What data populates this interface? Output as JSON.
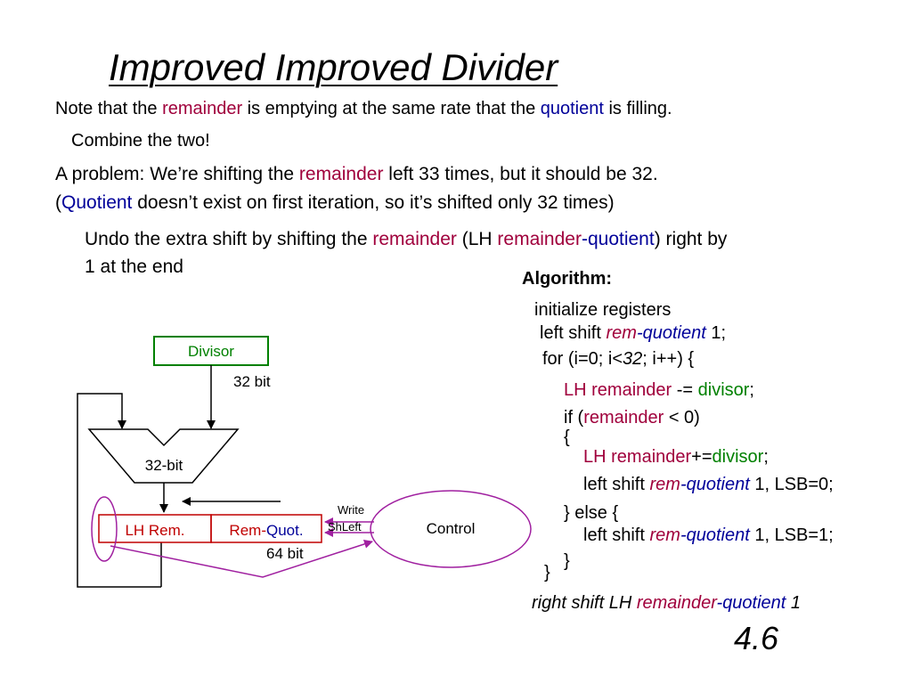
{
  "title": "Improved Improved Divider",
  "slide_number": "4.6",
  "paragraphs": {
    "p1": {
      "a": "Note that the ",
      "b": "remainder",
      "c": " is emptying at the same rate that the ",
      "d": "quotient",
      "e": " is filling."
    },
    "p2": "Combine the two!",
    "p3": {
      "a": "A problem: We’re shifting the ",
      "b": "remainder",
      "c": " left 33 times, but it should be 32."
    },
    "p4": {
      "a": "(",
      "b": "Quotient",
      "c": " doesn’t exist on first iteration, so it’s shifted only 32 times)"
    },
    "p5": {
      "a": "Undo the extra shift by shifting the ",
      "b": "remainder",
      "c": " (LH ",
      "d": "remainder",
      "e": "-",
      "f": "quotient",
      "g": ") right by"
    },
    "p6": "1 at the end"
  },
  "algorithm": {
    "heading": "Algorithm:",
    "l1": "initialize registers",
    "l2": {
      "a": "left shift ",
      "b": "rem",
      "c": "-",
      "d": "quotient",
      "e": " 1;"
    },
    "l3": {
      "a": "for (i=0; i<",
      "b": "32",
      "c": "; i++) {"
    },
    "l4": {
      "a": "LH remainder",
      "b": " -= ",
      "c": "divisor",
      "d": ";"
    },
    "l5": {
      "a": "if (",
      "b": "remainder",
      "c": " < 0)"
    },
    "l6": "{",
    "l7": {
      "a": "LH remainder",
      "b": "+=",
      "c": "divisor",
      "d": ";"
    },
    "l8": {
      "a": "left shift ",
      "b": "rem",
      "c": "-",
      "d": "quotient",
      "e": " 1, LSB=0;"
    },
    "l9": "} else {",
    "l10": {
      "a": "left shift ",
      "b": "rem",
      "c": "-",
      "d": "quotient",
      "e": " 1, LSB=1;"
    },
    "l11": "}",
    "l12": "}",
    "l13": {
      "a": "right shift LH ",
      "b": "remainder",
      "c": "-",
      "d": "quotient",
      "e": " 1"
    }
  },
  "diagram": {
    "divisor": "Divisor",
    "divisor_width": "32 bit",
    "alu": "32-bit",
    "lh_rem": "LH Rem.",
    "rem_quot_a": "Rem-",
    "rem_quot_b": "Quot.",
    "reg_width": "64 bit",
    "control": "Control",
    "write": "Write",
    "shleft": "ShLeft"
  },
  "colors": {
    "remainder": "#a0003c",
    "quotient": "#000099",
    "divisor": "#008000",
    "register_border": "#c00000",
    "highlight": "#a020a0"
  }
}
